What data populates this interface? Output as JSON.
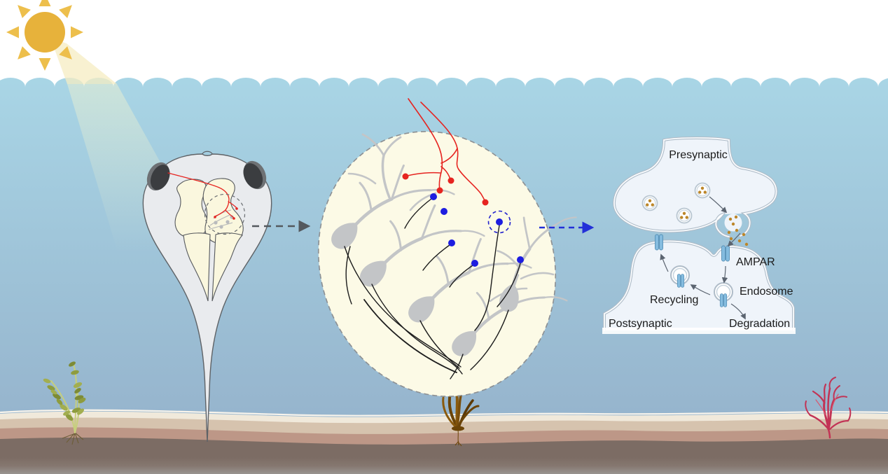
{
  "scene": {
    "environment": [
      "sun",
      "water-surface",
      "underwater",
      "seabed",
      "green-seaweed",
      "brown-seaweed",
      "red-algae"
    ],
    "subject": "tadpole (dorsal view) with retinotectal projection",
    "panels": [
      "whole-animal",
      "optic-tectum-zoom",
      "synapse-zoom"
    ]
  },
  "labels": {
    "presynaptic": "Presynaptic",
    "postsynaptic": "Postsynaptic",
    "ampar": "AMPAR",
    "endosome": "Endosome",
    "recycling": "Recycling",
    "degradation": "Degradation"
  },
  "tectum_zoom": {
    "red_presynaptic_dots": 4,
    "blue_postsynaptic_dots": 6,
    "tectal_neurons": 5,
    "highlighted_synapse": "blue dot inside dashed blue circle"
  },
  "synapse_zoom": {
    "vesicles": 3,
    "dots_per_vesicle": 3,
    "released_neurotransmitter_dots": 7,
    "receptor_channels": 4,
    "endosomes": 2
  },
  "colors": {
    "water_top": "#A9D6E6",
    "water_bottom": "#93AFC9",
    "sun": "#E7B23B",
    "sun_rays": "#EDBF4C",
    "light_beam": "#F5ECC2",
    "tadpole_body": "#E9EBEE",
    "brain_cream": "#FAF7DE",
    "tectum_ellipse": "#FCFAE6",
    "neuron_gray": "#C3C5C7",
    "axon_red": "#E62420",
    "synapse_blue": "#1D1DE0",
    "cell_fill": "#EFF4FA",
    "membrane": "#AFBCC8",
    "receptor_blue": "#85BCDF",
    "vesicle_cargo": "#BC8629",
    "sand": "#D6C3AE",
    "silt": "#BD9787",
    "mud": "#7C6C64",
    "seaweed_green": "#8E9C3E",
    "seaweed_brown": "#6B4407",
    "algae_red": "#C23355"
  }
}
